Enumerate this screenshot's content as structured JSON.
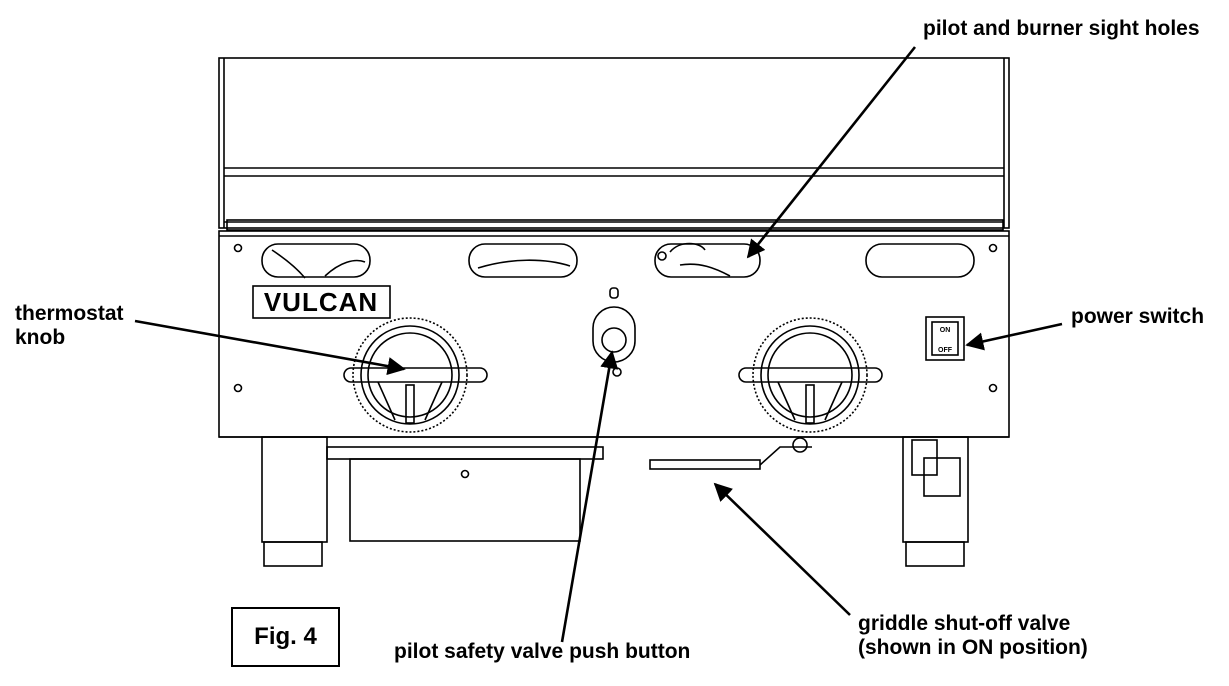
{
  "figure": {
    "label": "Fig. 4",
    "brand": "VULCAN"
  },
  "callouts": {
    "sight_holes": "pilot and burner sight holes",
    "thermostat_line1": "thermostat",
    "thermostat_line2": "knob",
    "power_switch": "power switch",
    "pilot_button": "pilot safety valve push button",
    "shutoff_line1": "griddle shut-off valve",
    "shutoff_line2": "(shown in ON position)"
  },
  "switch": {
    "on_label": "ON",
    "off_label": "OFF"
  }
}
